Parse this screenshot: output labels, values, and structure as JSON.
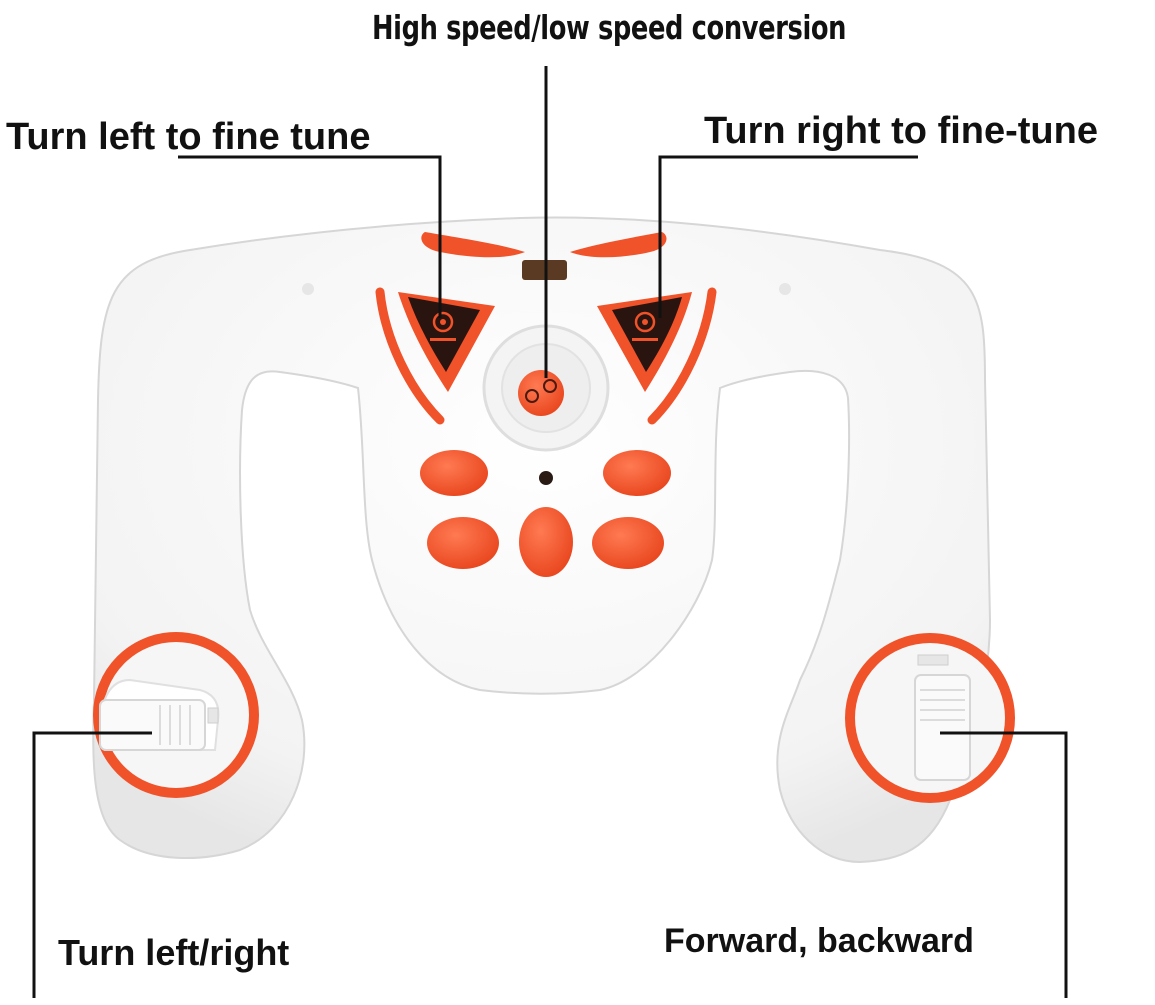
{
  "labels": {
    "high_low_speed": "High speed/low speed conversion",
    "turn_left_fine_tune": "Turn left to fine tune",
    "turn_right_fine_tune": "Turn right to fine-tune",
    "turn_left_right": "Turn left/right",
    "forward_backward": "Forward, backward"
  },
  "colors": {
    "accent": "#f0522a",
    "body": "#f6f6f6",
    "outline": "#d9d9d9",
    "leader_line": "#111111"
  },
  "icons": [
    "trim-left-icon",
    "trim-right-icon",
    "speed-toggle-icon"
  ]
}
